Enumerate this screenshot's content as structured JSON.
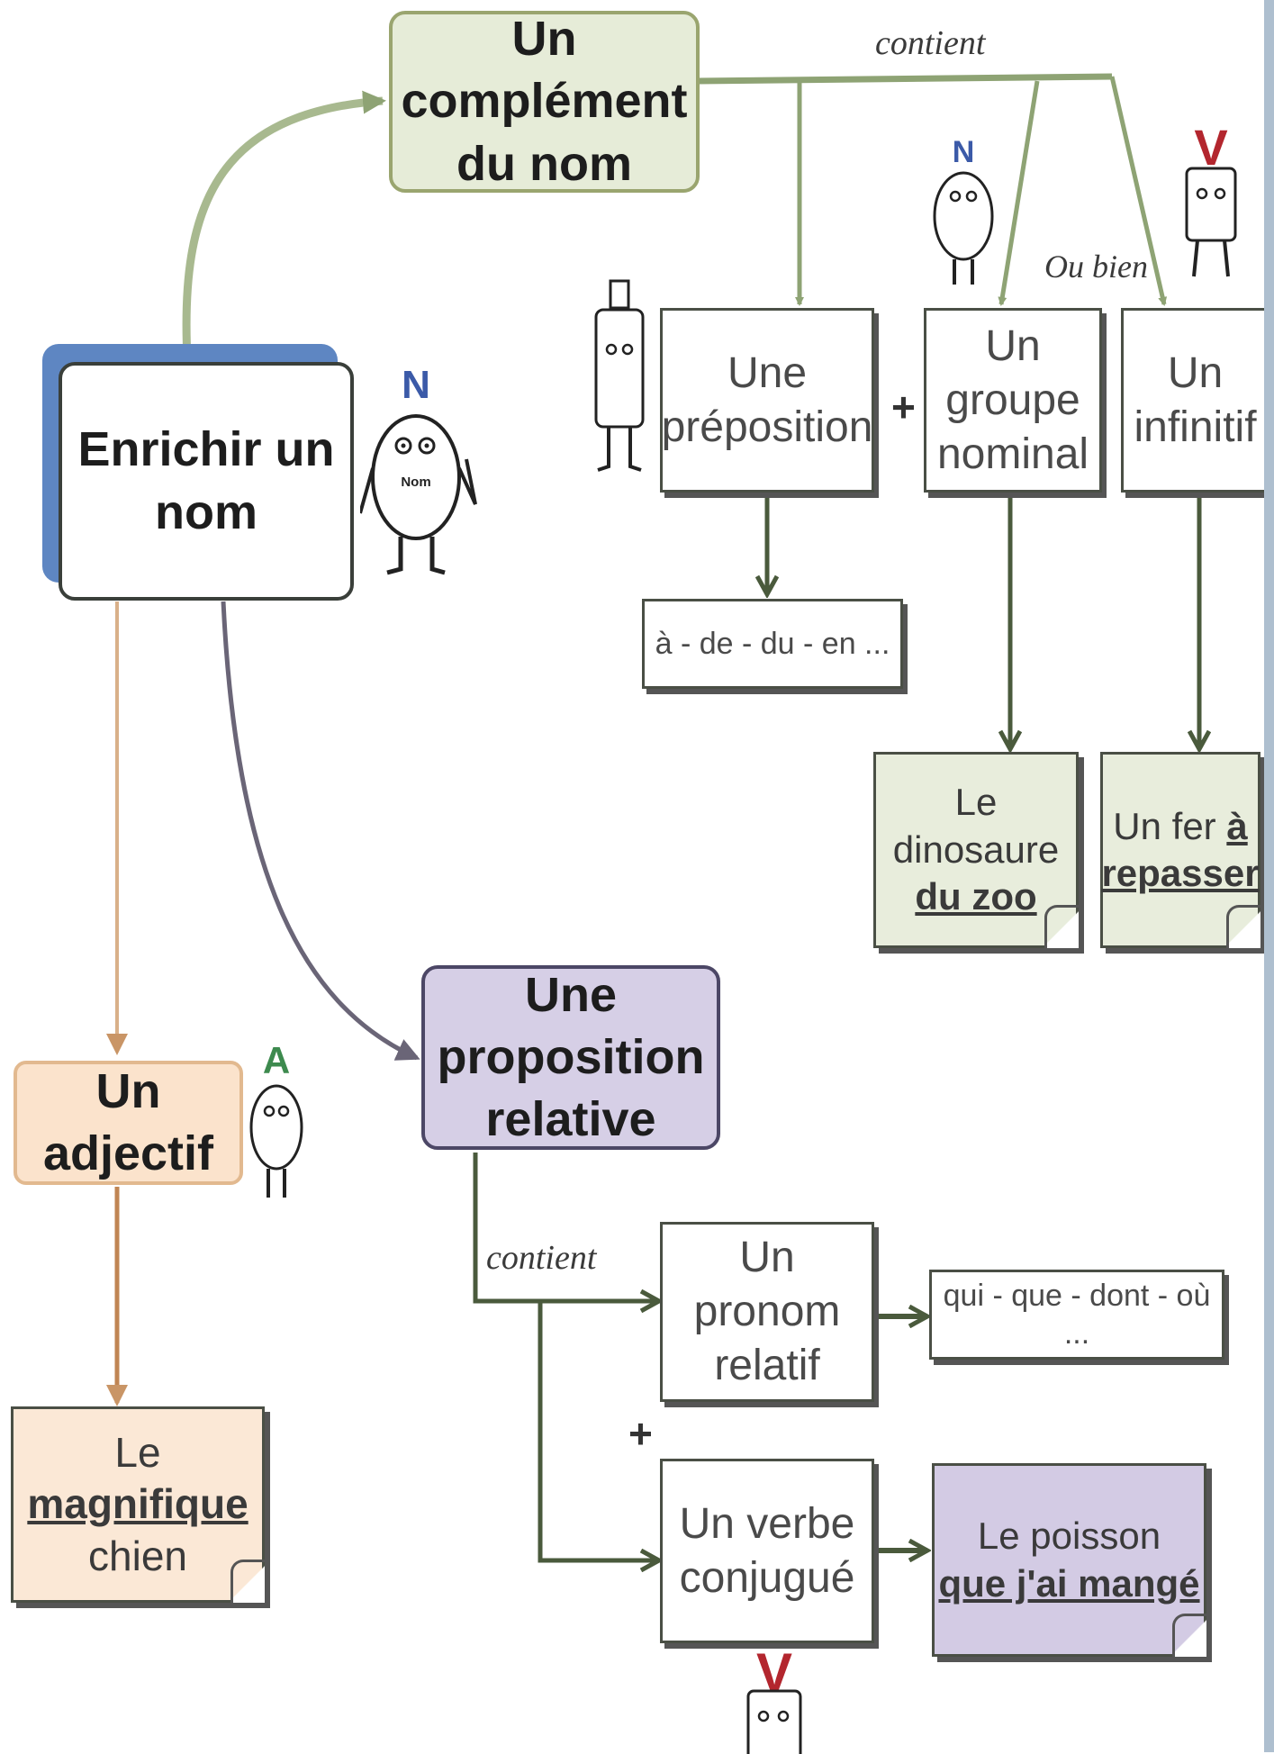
{
  "diagram": {
    "root": {
      "label": "Enrichir un nom"
    },
    "complement_du_nom": {
      "line1": "Un complément",
      "line2": "du nom"
    },
    "adjectif": {
      "label": "Un adjectif"
    },
    "proposition_relative": {
      "line1": "Une proposition",
      "line2": "relative"
    },
    "preposition": {
      "line1": "Une",
      "line2": "préposition"
    },
    "groupe_nominal": {
      "line1": "Un groupe",
      "line2": "nominal"
    },
    "infinitif": {
      "line1": "Un",
      "line2": "infinitif"
    },
    "preposition_examples": {
      "text": "à - de - du - en ..."
    },
    "example_gn": {
      "line1": "Le dinosaure",
      "emph": "du zoo"
    },
    "example_inf": {
      "line1_plain": "Un fer ",
      "line1_emph": "à",
      "emph": "repasser"
    },
    "pronom_relatif": {
      "line1": "Un pronom",
      "line2": "relatif"
    },
    "verbe_conjugue": {
      "line1": "Un verbe",
      "line2": "conjugué"
    },
    "pronoms_examples": {
      "text": "qui - que - dont - où ..."
    },
    "example_relative": {
      "line1": "Le poisson",
      "emph": "que j'ai mangé"
    },
    "example_adj": {
      "pre": "Le ",
      "emph": "magnifique",
      "post": "chien"
    }
  },
  "labels": {
    "contient_top": "contient",
    "ou_bien": "Ou bien",
    "contient_bottom": "contient",
    "plus": "+"
  },
  "mascot_letters": {
    "nom": "N",
    "adjectif": "A",
    "verbe": "V",
    "nom_sub": "Nom"
  },
  "colors": {
    "complement_fill": "#e6ecd8",
    "root_fill": "#ffffff",
    "root_shadow": "#5e86c2",
    "adjectif_fill": "#fbe3cc",
    "relative_fill": "#d6cfe6",
    "gn_example_fill": "#e8eddc",
    "adj_example_fill": "#fbe8d6",
    "rel_example_fill": "#d3cbe4",
    "arrow_green": "#8ea374",
    "arrow_dark": "#4a5a3c",
    "arrow_orange": "#c99566",
    "arrow_purple": "#6a6577",
    "mascot_blue": "#3b5aa8",
    "mascot_green": "#3d8a4e",
    "mascot_red": "#b3262e"
  }
}
